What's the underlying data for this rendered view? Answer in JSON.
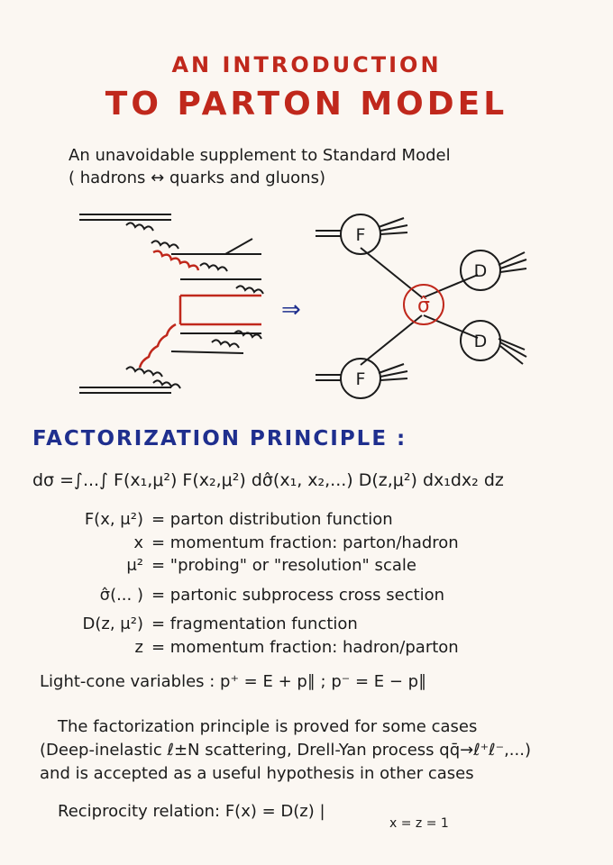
{
  "title": {
    "line1": "AN INTRODUCTION",
    "line2": "TO PARTON MODEL"
  },
  "subtitle": {
    "line1": "An unavoidable supplement to Standard Model",
    "line2": "( hadrons ↔ quarks and gluons)"
  },
  "diagram": {
    "arrow": "⇒",
    "blobs": [
      "F",
      "F",
      "D",
      "D"
    ],
    "center": "σ̂"
  },
  "factorization": {
    "heading": "FACTORIZATION PRINCIPLE :",
    "formula": "dσ  =∫...∫ F(x₁,μ²) F(x₂,μ²) dσ̂(x₁, x₂,...) D(z,μ²) dx₁dx₂ dz",
    "definitions": [
      {
        "lhs": "F(x, μ²)",
        "rhs": "= parton distribution function"
      },
      {
        "lhs": "x",
        "rhs": "= momentum fraction: parton/hadron"
      },
      {
        "lhs": "μ²",
        "rhs": "= \"probing\" or \"resolution\" scale"
      },
      {
        "lhs": "σ̂(... )",
        "rhs": "= partonic subprocess cross section"
      },
      {
        "lhs": "D(z, μ²)",
        "rhs": "= fragmentation function"
      },
      {
        "lhs": "z",
        "rhs": "= momentum fraction:  hadron/parton"
      }
    ]
  },
  "light_cone": "Light-cone variables :  p⁺ = E + p∥ ;  p⁻ = E − p∥",
  "paragraph": {
    "line1": "The factorization principle is proved for some cases",
    "line2": "(Deep-inelastic ℓ±N scattering, Drell-Yan process qq̄→ℓ⁺ℓ⁻,...)",
    "line3": "and is accepted as a useful hypothesis in other cases"
  },
  "reciprocity": "Reciprocity relation:   F(x) = D(z) |",
  "reciprocity_sub": "x = z = 1",
  "colors": {
    "red": "#c0281c",
    "blue": "#1f2f8e",
    "ink": "#1b1b1b",
    "paper": "#fbf7f2"
  }
}
